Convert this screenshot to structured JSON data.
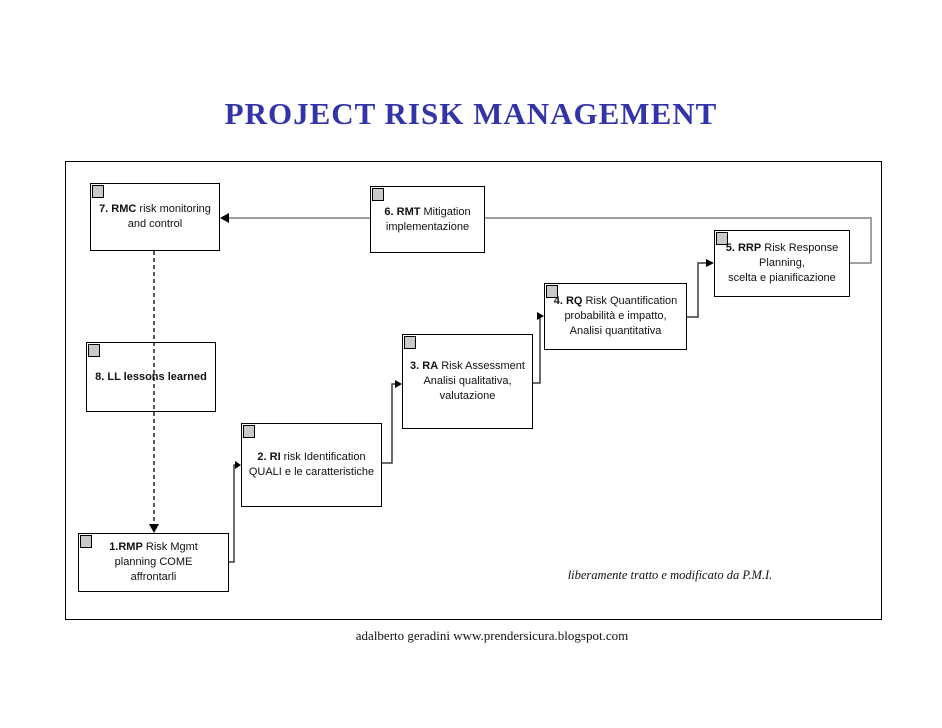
{
  "title": "PROJECT RISK MANAGEMENT",
  "colors": {
    "title": "#3333AA",
    "connector_gray": "#808080",
    "tab_fill": "#C9C9C9",
    "box_border": "#000000"
  },
  "boxes": {
    "box7": {
      "bold": "7. RMC",
      "rest": " risk monitoring",
      "line2": "and control"
    },
    "box6": {
      "bold": "6. RMT",
      "rest": " Mitigation",
      "line2": "implementazione"
    },
    "box5": {
      "bold": "5. RRP",
      "rest": " Risk Response",
      "line2": "Planning,",
      "line3": "scelta e  pianificazione"
    },
    "box4": {
      "bold": "4. RQ",
      "rest": " Risk Quantification",
      "line2": "probabilità e impatto,",
      "line3": "Analisi quantitativa"
    },
    "box3": {
      "bold": "3. RA",
      "rest": " Risk Assessment",
      "line2": "Analisi qualitativa,",
      "line3": "valutazione"
    },
    "box2": {
      "bold": "2. RI",
      "rest": " risk Identification",
      "line2": "QUALI e le caratteristiche"
    },
    "box1": {
      "bold": "1.RMP",
      "rest": " Risk Mgmt",
      "line2": "planning COME",
      "line3": "affrontarli"
    },
    "box8": {
      "bold": "8. LL lessons learned"
    }
  },
  "credit": "liberamente tratto e modificato da P.M.I.",
  "footer": "adalberto geradini www.prendersicura.blogspot.com"
}
